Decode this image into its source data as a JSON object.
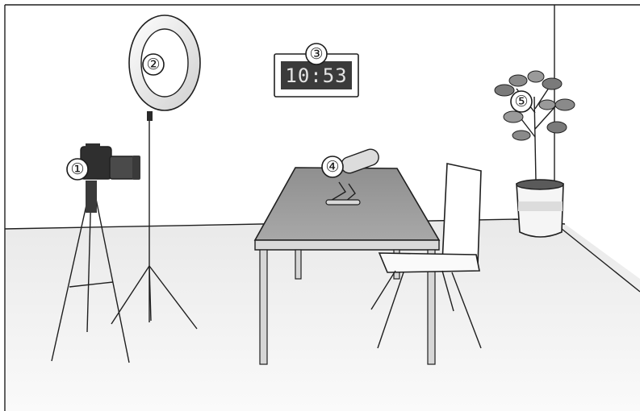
{
  "labels": [
    "①",
    "②",
    "③",
    "④",
    "⑤"
  ],
  "clock": {
    "time": "10:53"
  },
  "colors": {
    "wall": "#ffffff",
    "floor": "#ececec",
    "outline": "#1f1f1f",
    "ring_light": "#f4f4f4",
    "table_top": "#9a9a9a",
    "clock_face": "#3b3b3b"
  },
  "icons": [
    "camera-icon",
    "tripod-icon",
    "ring-light-icon",
    "wall-clock-icon",
    "microphone-icon",
    "table-icon",
    "chair-icon",
    "potted-plant-icon"
  ]
}
